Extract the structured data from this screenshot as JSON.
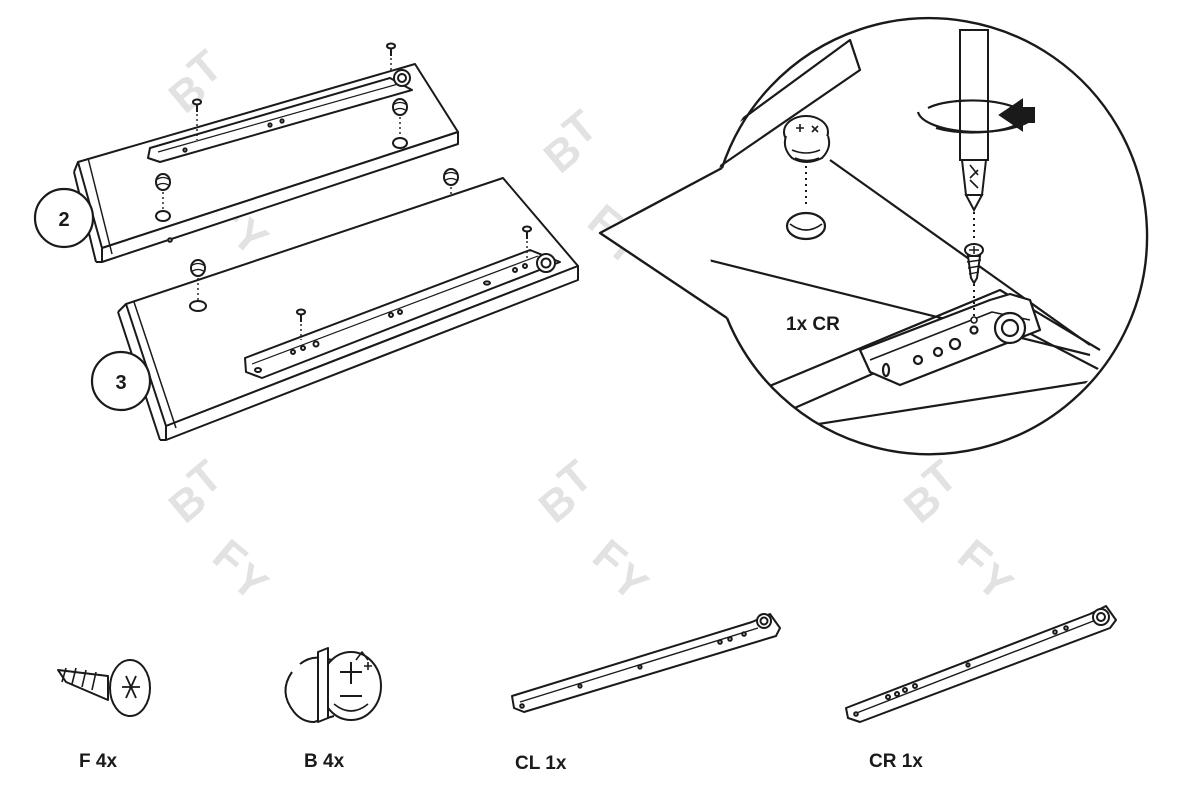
{
  "steps": [
    {
      "number": "2"
    },
    {
      "number": "3"
    }
  ],
  "detail": {
    "callout_label": "1x CR"
  },
  "parts": [
    {
      "id": "F",
      "label": "F 4x",
      "icon": "screw-icon"
    },
    {
      "id": "B",
      "label": "B 4x",
      "icon": "cam-dowel-icon"
    },
    {
      "id": "CL",
      "label": "CL 1x",
      "icon": "drawer-rail-left-icon"
    },
    {
      "id": "CR",
      "label": "CR 1x",
      "icon": "drawer-rail-right-icon"
    }
  ],
  "watermark": {
    "letters": [
      "B",
      "T",
      "F",
      "Y"
    ]
  },
  "colors": {
    "line": "#1a1a1a",
    "watermark": "#e2e2e2"
  }
}
